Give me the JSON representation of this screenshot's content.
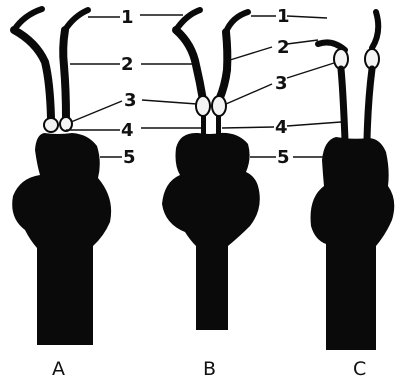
{
  "figure": {
    "colors": {
      "ink": "#0a0a0a",
      "bulb": "#f4f4f4",
      "background": "#ffffff"
    },
    "labels": {
      "a_1": "1",
      "a_2": "2",
      "a_3": "3",
      "a_4": "4",
      "a_5": "5",
      "b_1": "1",
      "b_2": "2",
      "b_3": "3",
      "b_4": "4",
      "b_5": "5",
      "c_1": "1",
      "c_2": "2",
      "c_3": "3",
      "c_4": "4",
      "c_5": "5"
    },
    "panels": {
      "a": "A",
      "b": "B",
      "c": "C"
    }
  }
}
